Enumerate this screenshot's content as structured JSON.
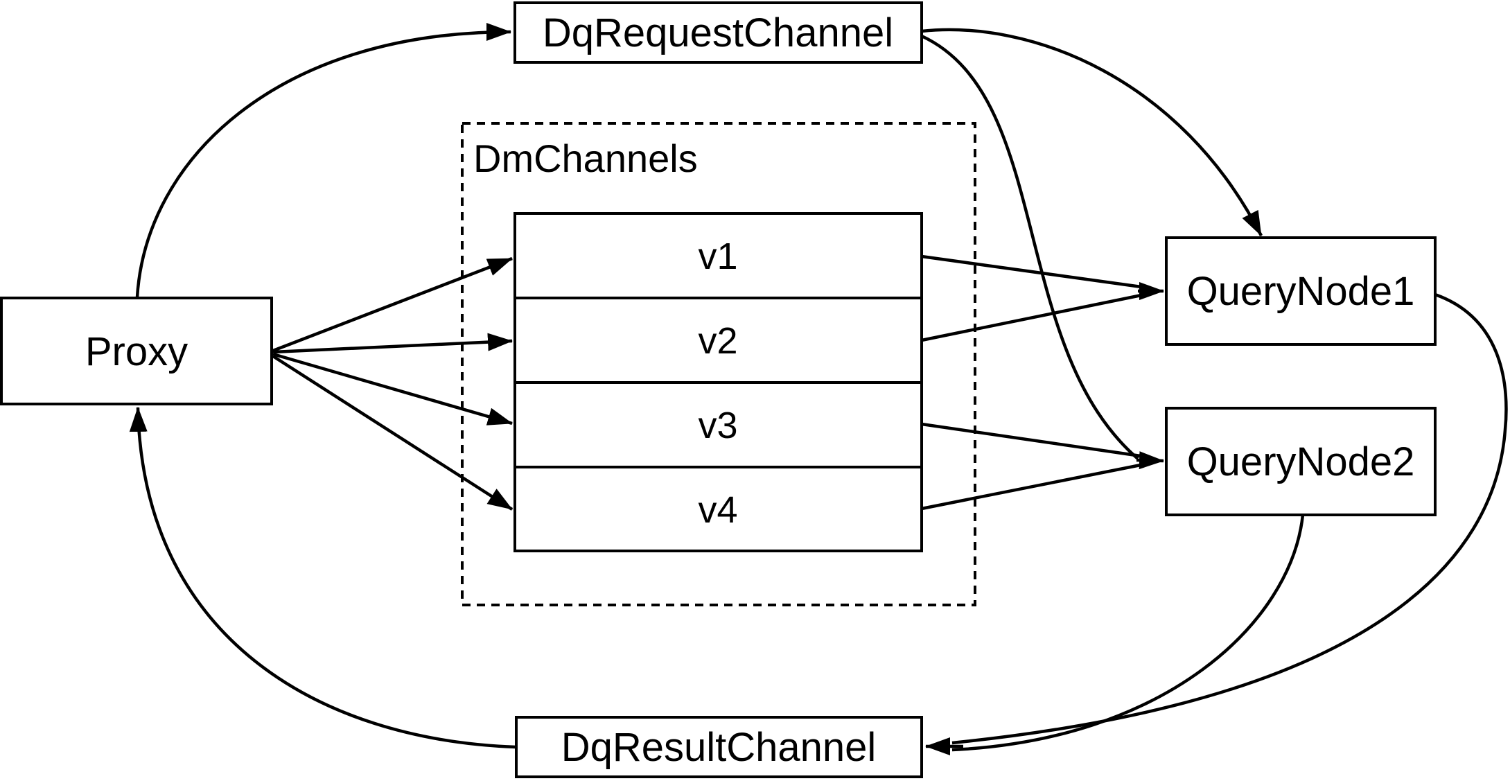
{
  "diagram": {
    "background": "#ffffff",
    "stroke_color": "#000000",
    "nodes": {
      "proxy": {
        "label": "Proxy"
      },
      "dq_request_channel": {
        "label": "DqRequestChannel"
      },
      "dm_channels": {
        "label": "DmChannels",
        "rows": [
          "v1",
          "v2",
          "v3",
          "v4"
        ]
      },
      "query_node_1": {
        "label": "QueryNode1"
      },
      "query_node_2": {
        "label": "QueryNode2"
      },
      "dq_result_channel": {
        "label": "DqResultChannel"
      }
    },
    "edges": [
      {
        "from": "Proxy",
        "to": "DqRequestChannel"
      },
      {
        "from": "Proxy",
        "to": "v1"
      },
      {
        "from": "Proxy",
        "to": "v2"
      },
      {
        "from": "Proxy",
        "to": "v3"
      },
      {
        "from": "Proxy",
        "to": "v4"
      },
      {
        "from": "v1",
        "to": "QueryNode1"
      },
      {
        "from": "v2",
        "to": "QueryNode1"
      },
      {
        "from": "v3",
        "to": "QueryNode2"
      },
      {
        "from": "v4",
        "to": "QueryNode2"
      },
      {
        "from": "DqRequestChannel",
        "to": "QueryNode1"
      },
      {
        "from": "DqRequestChannel",
        "to": "QueryNode2"
      },
      {
        "from": "QueryNode1",
        "to": "DqResultChannel"
      },
      {
        "from": "QueryNode2",
        "to": "DqResultChannel"
      },
      {
        "from": "DqResultChannel",
        "to": "Proxy"
      }
    ]
  }
}
